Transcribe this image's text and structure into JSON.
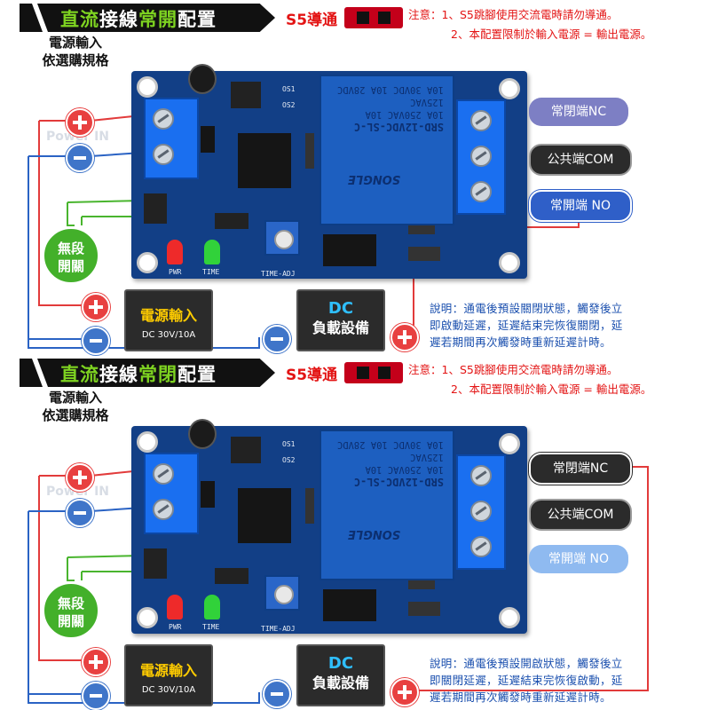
{
  "panels": [
    {
      "title_prefix": "直流",
      "title_mid": "接線",
      "title_highlight": "常開",
      "title_suffix": "配置",
      "s5_label": "S5導通",
      "notice_line1": "注意：1、S5跳腳使用交流電時請勿導通。",
      "notice_line2": "2、本配置限制於輸入電源 = 輸出電源。",
      "power_select_line1": "電源輸入",
      "power_select_line2": "依選購規格",
      "power_in_label": "Power IN",
      "switch_line1": "無段",
      "switch_line2": "開關",
      "nc_label": "常閉端NC",
      "com_label": "公共端COM",
      "no_label": "常開端 NO",
      "power_box_line1": "電源輸入",
      "power_box_line2": "DC 30V/10A",
      "load_line1": "DC",
      "load_line2": "負載設備",
      "desc_line1": "說明：通電後預設關閉狀態，觸發後立",
      "desc_line2": "即啟動延遲，延遲結束完恢復關閉，延",
      "desc_line3": "遲若期間再次觸發時重新延遲計時。",
      "silk_pwr": "PWR",
      "silk_time": "TIME",
      "silk_timeadj": "TIME-ADJ",
      "silk_os1": "OS1",
      "silk_os2": "OS2",
      "relay_model": "SRD-12VDC-SL-C",
      "relay_line1": "10A 250VAC 10A 125VAC",
      "relay_line2": "10A 30VDC 10A 28VDC",
      "relay_brand": "SONGLE",
      "active_contact": "NO"
    },
    {
      "title_prefix": "直流",
      "title_mid": "接線",
      "title_highlight": "常閉",
      "title_suffix": "配置",
      "s5_label": "S5導通",
      "notice_line1": "注意：1、S5跳腳使用交流電時請勿導通。",
      "notice_line2": "2、本配置限制於輸入電源 = 輸出電源。",
      "power_select_line1": "電源輸入",
      "power_select_line2": "依選購規格",
      "power_in_label": "Power IN",
      "switch_line1": "無段",
      "switch_line2": "開關",
      "nc_label": "常閉端NC",
      "com_label": "公共端COM",
      "no_label": "常開端 NO",
      "power_box_line1": "電源輸入",
      "power_box_line2": "DC 30V/10A",
      "load_line1": "DC",
      "load_line2": "負載設備",
      "desc_line1": "說明：通電後預設開啟狀態，觸發後立",
      "desc_line2": "即關閉延遲，延遲結束完恢復啟動，延",
      "desc_line3": "遲若期間再次觸發時重新延遲計時。",
      "silk_pwr": "PWR",
      "silk_time": "TIME",
      "silk_timeadj": "TIME-ADJ",
      "silk_os1": "OS1",
      "silk_os2": "OS2",
      "relay_model": "SRD-12VDC-SL-C",
      "relay_line1": "10A 250VAC 10A 125VAC",
      "relay_line2": "10A 30VDC 10A 28VDC",
      "relay_brand": "SONGLE",
      "active_contact": "NC"
    }
  ],
  "colors": {
    "accent_green": "#7ed321",
    "warning_red": "#e31414",
    "board_blue": "#123f86",
    "terminal_blue": "#1a6ff0",
    "wire_red": "#e23b3b",
    "wire_blue": "#2a63c4",
    "wire_green": "#49b52e",
    "desc_blue": "#1a4fae"
  },
  "icons": [
    "plus-icon",
    "minus-icon",
    "screw-terminal-icon",
    "jumper-icon"
  ]
}
